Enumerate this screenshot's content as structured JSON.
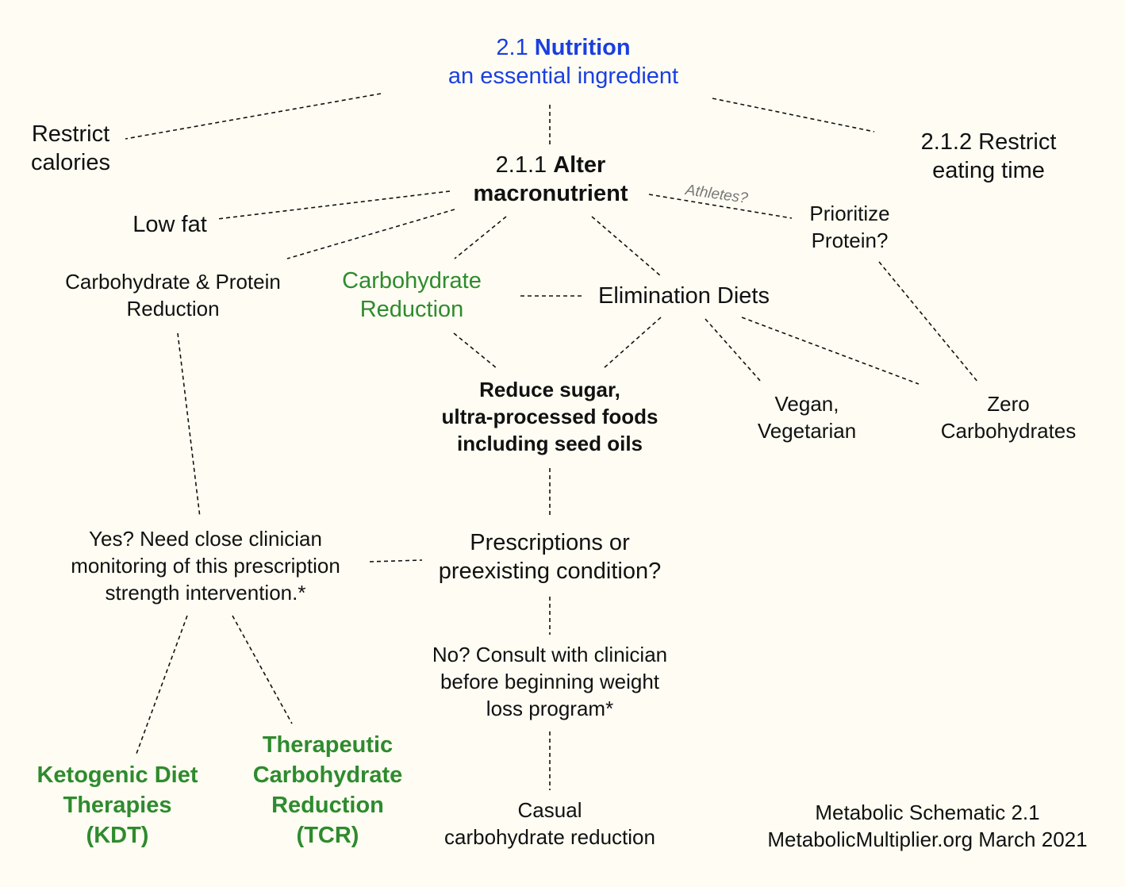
{
  "title": {
    "number": "2.1",
    "name": "Nutrition",
    "subtitle": "an essential ingredient"
  },
  "nodes": {
    "restrict_calories": [
      "Restrict",
      "calories"
    ],
    "alter_macro": {
      "number": "2.1.1",
      "word": "Alter",
      "line2": "macronutrient"
    },
    "restrict_time": [
      "2.1.2 Restrict",
      "eating time"
    ],
    "low_fat": [
      "Low fat"
    ],
    "prioritize_protein": [
      "Prioritize",
      "Protein?"
    ],
    "athletes": "Athletes?",
    "carb_protein": [
      "Carbohydrate & Protein",
      "Reduction"
    ],
    "carb_reduction": [
      "Carbohydrate",
      "Reduction"
    ],
    "elimination": [
      "Elimination Diets"
    ],
    "reduce_sugar": [
      "Reduce sugar,",
      "ultra-processed foods",
      "including seed oils"
    ],
    "vegan": [
      "Vegan,",
      "Vegetarian"
    ],
    "zero_carbs": [
      "Zero",
      "Carbohydrates"
    ],
    "yes_clinician": [
      "Yes? Need close clinician",
      "monitoring of this prescription",
      "strength intervention.*"
    ],
    "prescriptions": [
      "Prescriptions or",
      "preexisting condition?"
    ],
    "no_consult": [
      "No? Consult with clinician",
      "before beginning weight",
      "loss program*"
    ],
    "kdt": [
      "Ketogenic Diet",
      "Therapies",
      "(KDT)"
    ],
    "tcr": [
      "Therapeutic",
      "Carbohydrate",
      "Reduction",
      "(TCR)"
    ],
    "casual": [
      "Casual",
      "carbohydrate reduction"
    ]
  },
  "footer": [
    "Metabolic Schematic 2.1",
    "MetabolicMultiplier.org March 2021"
  ],
  "colors": {
    "title": "#1a3fe0",
    "highlight": "#2e8b2e",
    "background": "#fffdf3",
    "text": "#111111",
    "note": "#777777"
  }
}
